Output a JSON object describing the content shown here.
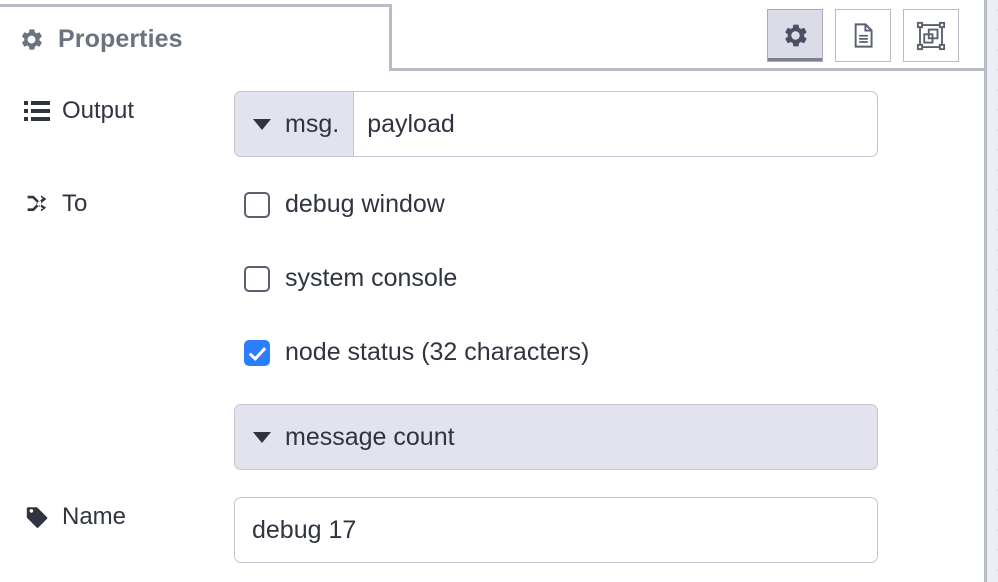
{
  "tabs": {
    "active_tab": {
      "label": "Properties",
      "icon": "gear-icon"
    },
    "buttons": [
      {
        "name": "properties-tab-button",
        "icon": "gear-icon",
        "selected": true
      },
      {
        "name": "description-tab-button",
        "icon": "document-icon",
        "selected": false
      },
      {
        "name": "appearance-tab-button",
        "icon": "appearance-icon",
        "selected": false
      }
    ]
  },
  "form": {
    "output": {
      "label": "Output",
      "icon": "list-icon",
      "property_prefix": "msg.",
      "property_value": "payload"
    },
    "to": {
      "label": "To",
      "icon": "shuffle-icon",
      "options": [
        {
          "label": "debug window",
          "checked": false
        },
        {
          "label": "system console",
          "checked": false
        },
        {
          "label": "node status (32 characters)",
          "checked": true
        }
      ],
      "status_select_value": "message count"
    },
    "name": {
      "label": "Name",
      "icon": "tag-icon",
      "value": "debug 17"
    }
  },
  "colors": {
    "accent_checkbox": "#2b7fff",
    "field_prefix_bg": "#e3e3ef",
    "border": "#c3c6d2",
    "tab_border": "#b9bcc6",
    "text": "#2f3440",
    "tab_label": "#6b7280"
  }
}
